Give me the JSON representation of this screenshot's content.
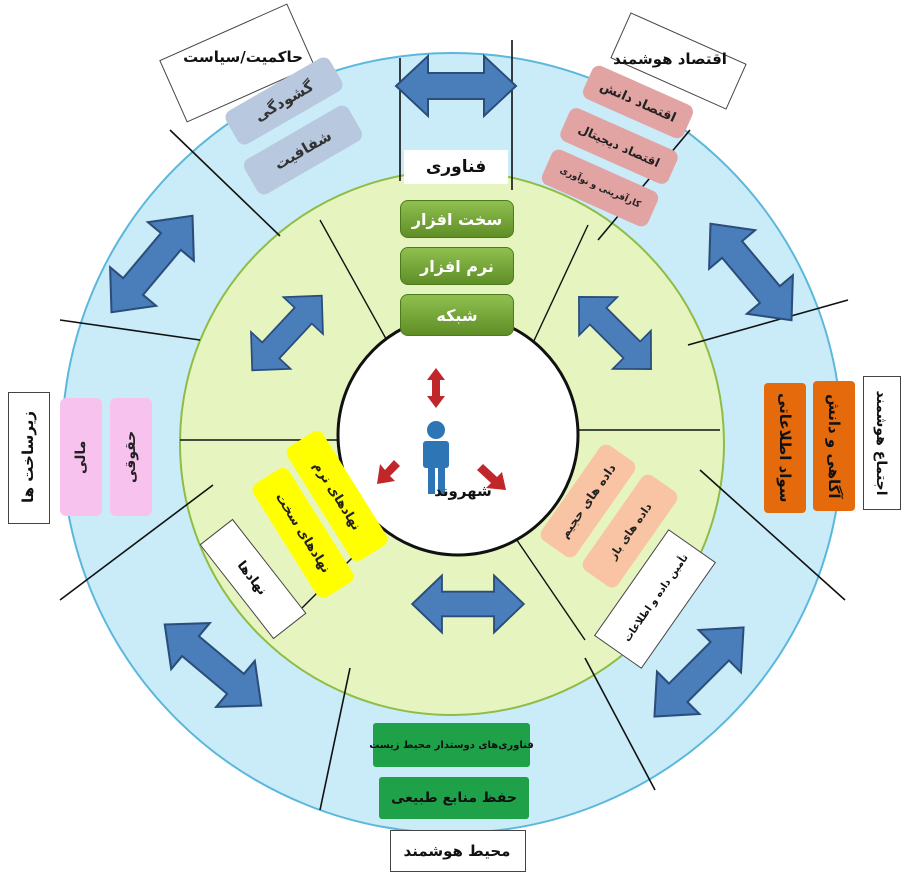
{
  "center": {
    "label": "شهروند"
  },
  "sectors": {
    "technology": {
      "title": "فناوری",
      "items": [
        "سخت افزار",
        "نرم افزار",
        "شبکه"
      ]
    },
    "economy": {
      "title": "اقتصاد هوشمند",
      "items": [
        "اقتصاد دانش",
        "اقتصاد دیجیتال",
        "کارآفرینی و نوآوری"
      ]
    },
    "society": {
      "title": "اجتماع هوشمند",
      "items": [
        "آگاهی و دانش",
        "سواد اطلاعاتی"
      ]
    },
    "data": {
      "title": "تأمین داده و اطلاعات",
      "items": [
        "داده های حجیم",
        "داده های باز"
      ]
    },
    "environment": {
      "title": "محیط هوشمند",
      "items": [
        "فناوری‌های دوستدار محیط زیست",
        "حفظ منابع طبیعی"
      ]
    },
    "institutions": {
      "title": "نهادها",
      "items": [
        "نهادهای سخت",
        "نهادهای نرم"
      ]
    },
    "infrastructure": {
      "title": "زیرساخت ها",
      "items": [
        "مالی",
        "حقوقی"
      ]
    },
    "governance": {
      "title": "حاکمیت/سیاست",
      "items": [
        "گشودگی",
        "شفافیت"
      ]
    }
  },
  "colors": {
    "outer_ring": "#c9ecf8",
    "inner_ring": "#e6f5bf",
    "arrow_fill": "#4a7ebb",
    "arrow_stroke": "#2a4d7a",
    "green_box": "#77a838",
    "dark_green": "#1fa14a",
    "pink": "#e2a3a3",
    "orange": "#e56a0c",
    "blue_grey": "#b8c8de",
    "light_pink": "#f8c2ee",
    "yellow": "#ffff00",
    "peach": "#f9c4a3",
    "person": "#2e75b6",
    "red_arrow": "#c0262a"
  }
}
